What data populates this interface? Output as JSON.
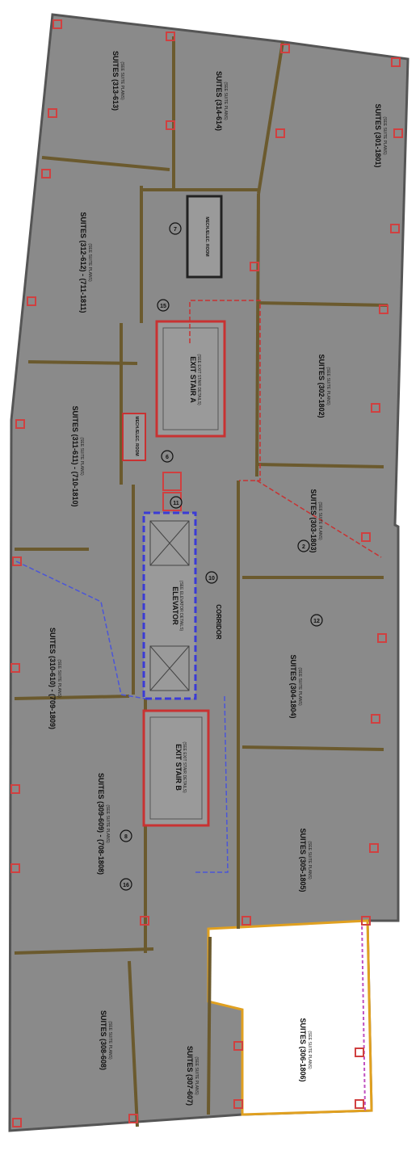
{
  "colors": {
    "floor": "#8a8a8a",
    "wall": "#6b5a2e",
    "outline": "#555555",
    "column": "#d04040",
    "stair_border": "#c83232",
    "elevator_border": "#3b3bd6",
    "egress_red": "#c83232",
    "egress_blue": "#4b55d8",
    "highlight": "#e0a020",
    "highlight_fill": "#ffffff",
    "magenta": "#c050c0"
  },
  "suites": [
    {
      "id": "s314",
      "name": "SUITES (314-614)",
      "note": "(SEE SUITE PLANS)"
    },
    {
      "id": "s313",
      "name": "SUITES (313-613)",
      "note": "(SEE SUITE PLANS)"
    },
    {
      "id": "s301",
      "name": "SUITES (301-1801)",
      "note": "(SEE SUITE PLANS)"
    },
    {
      "id": "s312",
      "name": "SUITES (312-612) - (711-1811)",
      "note": "(SEE SUITE PLANS)"
    },
    {
      "id": "s302",
      "name": "SUITES (302-1802)",
      "note": "(SEE SUITE PLANS)"
    },
    {
      "id": "s311",
      "name": "SUITES (311-611) - (710-1810)",
      "note": "(SEE SUITE PLANS)"
    },
    {
      "id": "s303",
      "name": "SUITES (303-1803)",
      "note": "(SEE SUITE PLANS)"
    },
    {
      "id": "s310",
      "name": "SUITES (310-610) - (709-1809)",
      "note": "(SEE SUITE PLANS)"
    },
    {
      "id": "s304",
      "name": "SUITES (304-1804)",
      "note": "(SEE SUITE PLANS)"
    },
    {
      "id": "s309",
      "name": "SUITES (309-609) - (708-1808)",
      "note": "(SEE SUITE PLANS)"
    },
    {
      "id": "s305",
      "name": "SUITES (305-1805)",
      "note": "(SEE SUITE PLANS)"
    },
    {
      "id": "s308",
      "name": "SUITES (308-608)",
      "note": "(SEE SUITE PLANS)"
    },
    {
      "id": "s307",
      "name": "SUITES (307-607)",
      "note": "(SEE SUITE PLANS)"
    },
    {
      "id": "s306",
      "name": "SUITES (306-1806)",
      "note": "(SEE SUITE PLANS)"
    }
  ],
  "core": {
    "stair_a": {
      "name": "EXIT STAIR A",
      "note": "(SEE EXIT STAIR DETAILS)"
    },
    "stair_b": {
      "name": "EXIT STAIR B",
      "note": "(SEE EXIT STAIR DETAILS)"
    },
    "elevator": {
      "name": "ELEVATOR",
      "note": "(SEE ELEVATOR DETAILS)"
    },
    "corridor": "CORRIDOR",
    "mech_top": "MECH./ELEC. ROOM",
    "mech_mid": "MECH./ELEC. ROOM"
  },
  "markers": [
    {
      "id": "m7",
      "label": "7"
    },
    {
      "id": "m15",
      "label": "15"
    },
    {
      "id": "m6",
      "label": "6"
    },
    {
      "id": "m11",
      "label": "11"
    },
    {
      "id": "m10",
      "label": "10"
    },
    {
      "id": "m2",
      "label": "2"
    },
    {
      "id": "m12",
      "label": "12"
    },
    {
      "id": "m8",
      "label": "8"
    },
    {
      "id": "m16",
      "label": "16"
    }
  ]
}
